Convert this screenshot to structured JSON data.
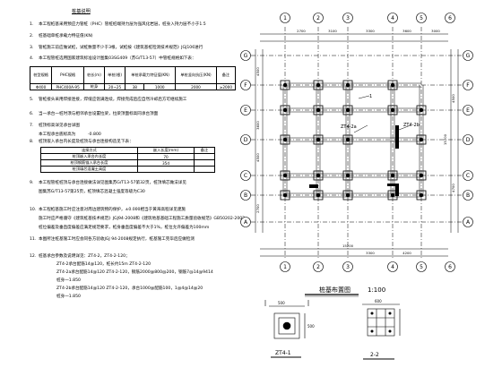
{
  "notes": {
    "title": "桩基说明",
    "items": [
      {
        "num": "1.",
        "text": "本工程桩基采用预应力管桩（PHC）管桩桩端持力层为强风化岩层，桩身入持力层不小于1.5"
      },
      {
        "num": "2.",
        "text": "桩基础单桩承载力特征值(KN)"
      },
      {
        "num": "3.",
        "text": "管桩施工前应做试桩，试桩数量不少于3根，试桩按《建筑基桩检测技术规范》JGJ106进行"
      },
      {
        "num": "4.",
        "text": "本工程管桩选用国家建筑标准设计图集03SG409（苏G/T13-57）中管桩规格如下表："
      },
      {
        "num": "5.",
        "text": "管桩接头采用焊接连接，焊缝应饱满连续，焊接完成后应自然冷却后方可继续施工"
      },
      {
        "num": "6.",
        "text": "当一承台一桩时须与相邻承台设置拉梁，拉梁顶面标高同承台顶面"
      },
      {
        "num": "7.",
        "text": "桩顶标高详见承台详图"
      },
      {
        "num": "8.",
        "text": "桩顶嵌入承台内长度及桩顶与承台连接构造见下表："
      },
      {
        "num": "9.",
        "text": "本工程管桩桩顶与承台连接做法详见图集苏G/T13-57第32页，桩顶填芯做法详见"
      },
      {
        "num": "",
        "text": "图集苏G/T13-57第25页，桩顶填芯混凝土强度等级为C30"
      },
      {
        "num": "10.",
        "text": "本工程桩基施工时应注意对周边建筑物的保护，±0.000相当于黄海高程详见建施"
      },
      {
        "num": "",
        "text": "施工时应严格遵守《建筑桩基技术规范》JGJ94-2008和《建筑地基基础工程施工质量验收规范》GB50202-2002"
      },
      {
        "num": "",
        "text": "桩位偏差及垂直度偏差应满足规范要求，桩身垂直度偏差不大于1%，桩位允许偏差为100mm"
      },
      {
        "num": "11.",
        "text": "本图所注桩基施工时应会同各方验收JGJ 94-2008规定执行，桩基施工完毕后应做检测"
      },
      {
        "num": "12.",
        "text": "桩基承台参数及说明详见：ZT4-2，ZT4-2-120；"
      },
      {
        "num": "",
        "text": "ZT4-2承台配筋14@120，桩长约15m  ZT4-2-120"
      },
      {
        "num": "",
        "text": "ZT4-2a承台配筋14@120 ZT4-2-120，钢筋2000@800@200，钢筋7@14@9414"
      },
      {
        "num": "",
        "text": "桩身一1.850"
      },
      {
        "num": "",
        "text": "ZT4-2b承台配筋14@120 ZT4-2-120，承台1000@配筋100，1@4@14@20"
      },
      {
        "num": "",
        "text": "桩身一1.850"
      }
    ],
    "pile_table": {
      "headers": [
        "桩型规格",
        "PHC规格",
        "桩长(m)",
        "单桩(根)",
        "单桩承载力特征值(KN)",
        "单桩竖向抗压(KN)",
        "备注"
      ],
      "row": [
        "Φ400",
        "PHC400A-95",
        "桩身",
        "20~25",
        "38",
        "1000",
        "2000",
        "≥2000"
      ]
    },
    "elevation": {
      "label": "本工程承台底标高为",
      "value": "-0.800"
    },
    "embed_table": {
      "headers": [
        "连接方式",
        "嵌入长度(mm)",
        "备注"
      ],
      "rows": [
        [
          "桩顶嵌入承台内长度",
          "70",
          ""
        ],
        [
          "桩顶钢筋锚入承台长度",
          "35d",
          ""
        ],
        [
          "桩顶填芯混凝土高度",
          "",
          ""
        ]
      ]
    }
  },
  "plan": {
    "title": "桩基布置图",
    "scale": "1:100",
    "col_axes": [
      "1",
      "2",
      "3",
      "4",
      "5",
      "6"
    ],
    "row_axes": [
      "A",
      "B",
      "C",
      "D",
      "E",
      "F",
      "G"
    ],
    "top_dims": [
      "2700",
      "3100",
      "3300",
      "3600",
      "3000"
    ],
    "bottom_dims": [
      "15200",
      "3300",
      "4200"
    ],
    "left_dims": [
      "4500",
      "3600",
      "4500",
      "2700"
    ],
    "right_total": "15700",
    "right_dims": [
      "4500",
      "4700"
    ],
    "callouts": [
      "ZT4-2a",
      "ZT4-2b"
    ],
    "label_small": "1"
  },
  "details": {
    "d1_title": "ZT4-1",
    "d2_title": "2-2",
    "dims": [
      "500",
      "500",
      "600"
    ]
  }
}
